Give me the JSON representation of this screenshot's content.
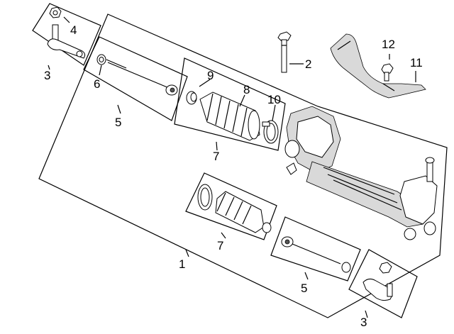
{
  "callouts": {
    "c1": "1",
    "c2": "2",
    "c3_top": "3",
    "c3_bottom": "3",
    "c4": "4",
    "c5_top": "5",
    "c5_bottom": "5",
    "c6": "6",
    "c7_top": "7",
    "c7_bottom": "7",
    "c8": "8",
    "c9": "9",
    "c10": "10",
    "c11": "11",
    "c12": "12"
  }
}
